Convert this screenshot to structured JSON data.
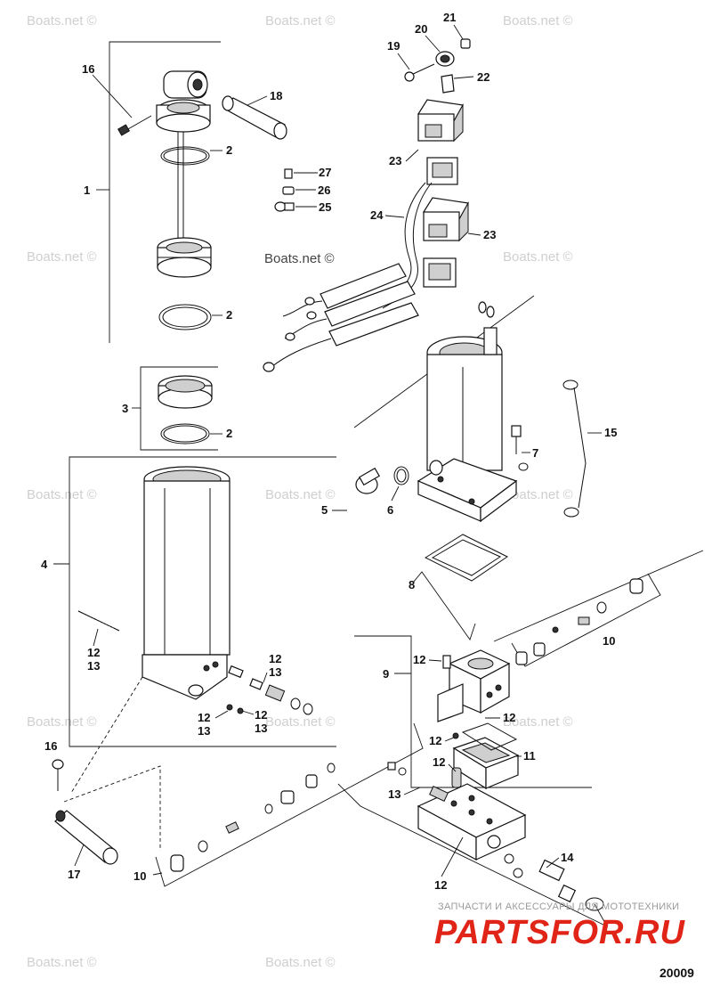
{
  "watermarks": {
    "site": "Boats.net ©"
  },
  "callouts": {
    "c1": "1",
    "c2a": "2",
    "c2b": "2",
    "c2c": "2",
    "c3": "3",
    "c4": "4",
    "c5": "5",
    "c6": "6",
    "c7": "7",
    "c8": "8",
    "c9": "9",
    "c10a": "10",
    "c10b": "10",
    "c11": "11",
    "c12a": "12",
    "c13a": "13",
    "c12b": "12",
    "c13b": "13",
    "c12c": "12",
    "c12d": "12",
    "c13c": "13",
    "c13d": "13",
    "c12e": "12",
    "c12f": "12",
    "c12g": "12",
    "c12h": "12",
    "c13e": "13",
    "c12i": "12",
    "c14": "14",
    "c15": "15",
    "c16a": "16",
    "c16b": "16",
    "c17": "17",
    "c18": "18",
    "c19": "19",
    "c20": "20",
    "c21": "21",
    "c22": "22",
    "c23a": "23",
    "c23b": "23",
    "c24": "24",
    "c25": "25",
    "c26": "26",
    "c27": "27"
  },
  "brand": {
    "tagline": "ЗАПЧАСТИ И АКСЕССУАРЫ ДЛЯ МОТОТЕХНИКИ",
    "logo": "PARTSFOR.RU"
  },
  "figure_id": "20009"
}
